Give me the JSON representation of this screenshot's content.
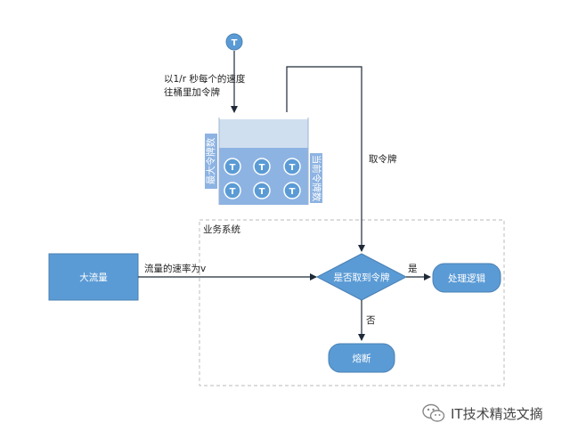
{
  "colors": {
    "node_fill": "#5b9bd5",
    "node_stroke": "#4a80b3",
    "bucket_fill": "#cfdff0",
    "bucket_band": "#8db3e2",
    "line": "#1e2a38",
    "dashed_border": "#c8c8c8"
  },
  "token_icon": "T",
  "labels": {
    "rate_line1": "以1/r 秒每个的速度",
    "rate_line2": "往桶里加令牌",
    "max_tokens": "最大令牌数",
    "current_tokens": "当前令牌数",
    "take_token": "取令牌",
    "system": "业务系统",
    "traffic": "大流量",
    "rate_v": "流量的速率为v",
    "decision": "是否取到令牌",
    "yes": "是",
    "no": "否",
    "process": "处理逻辑",
    "fuse": "熔断"
  },
  "watermark": "IT技术精选文摘"
}
